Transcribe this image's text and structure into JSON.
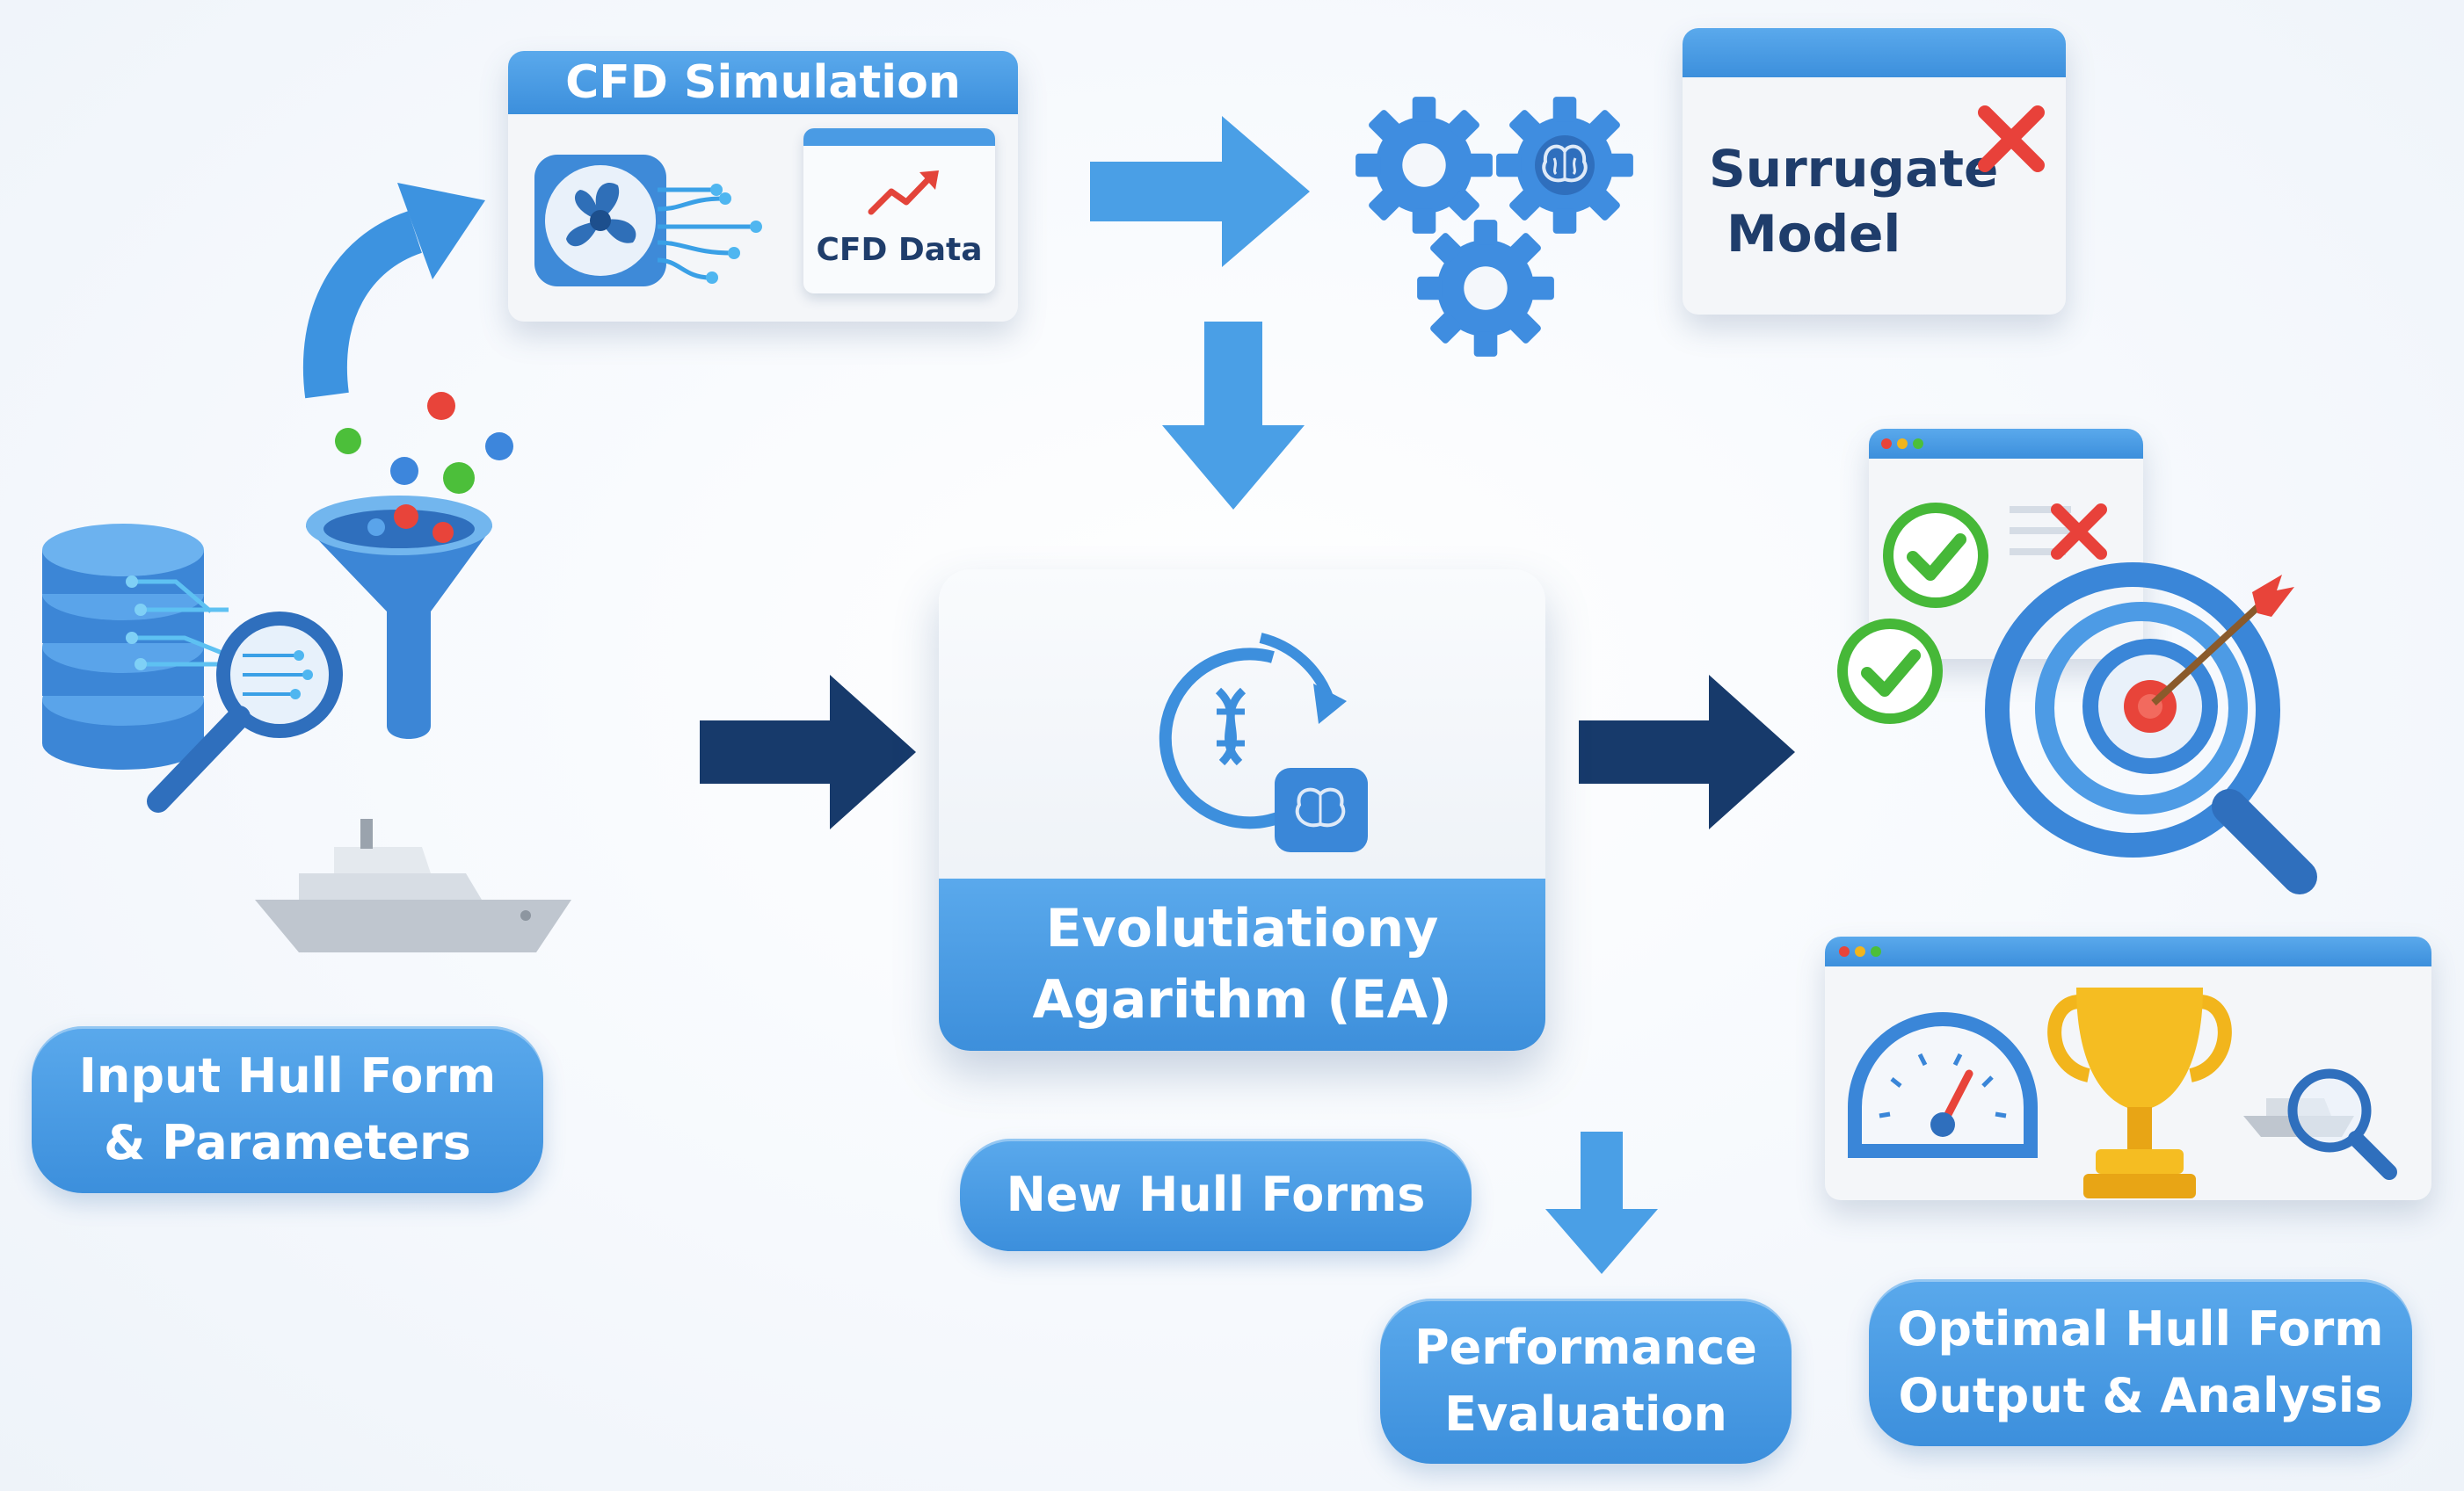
{
  "cfd_simulation": {
    "title": "CFD Simulation",
    "data_label": "CFD Data"
  },
  "surrogate_model": {
    "line1": "Surrugate",
    "line2": "Model"
  },
  "evolutionary_algorithm": {
    "line1": "Evolutiationy",
    "line2": "Agarithm (EA)"
  },
  "input": {
    "line1": "Input Hull Form",
    "line2": "& Parameters"
  },
  "new_hull_forms": {
    "label": "New Hull Forms"
  },
  "performance_evaluation": {
    "line1": "Performance",
    "line2": "Evaluation"
  },
  "optimal_output": {
    "line1": "Optimal Hull Form",
    "line2": "Output & Analysis"
  },
  "colors": {
    "primary_blue": "#3c8fdc",
    "light_blue": "#5aa9ec",
    "navy": "#173a6b",
    "red": "#e8413a",
    "green": "#4cbf3a",
    "gold": "#f2b51c"
  }
}
